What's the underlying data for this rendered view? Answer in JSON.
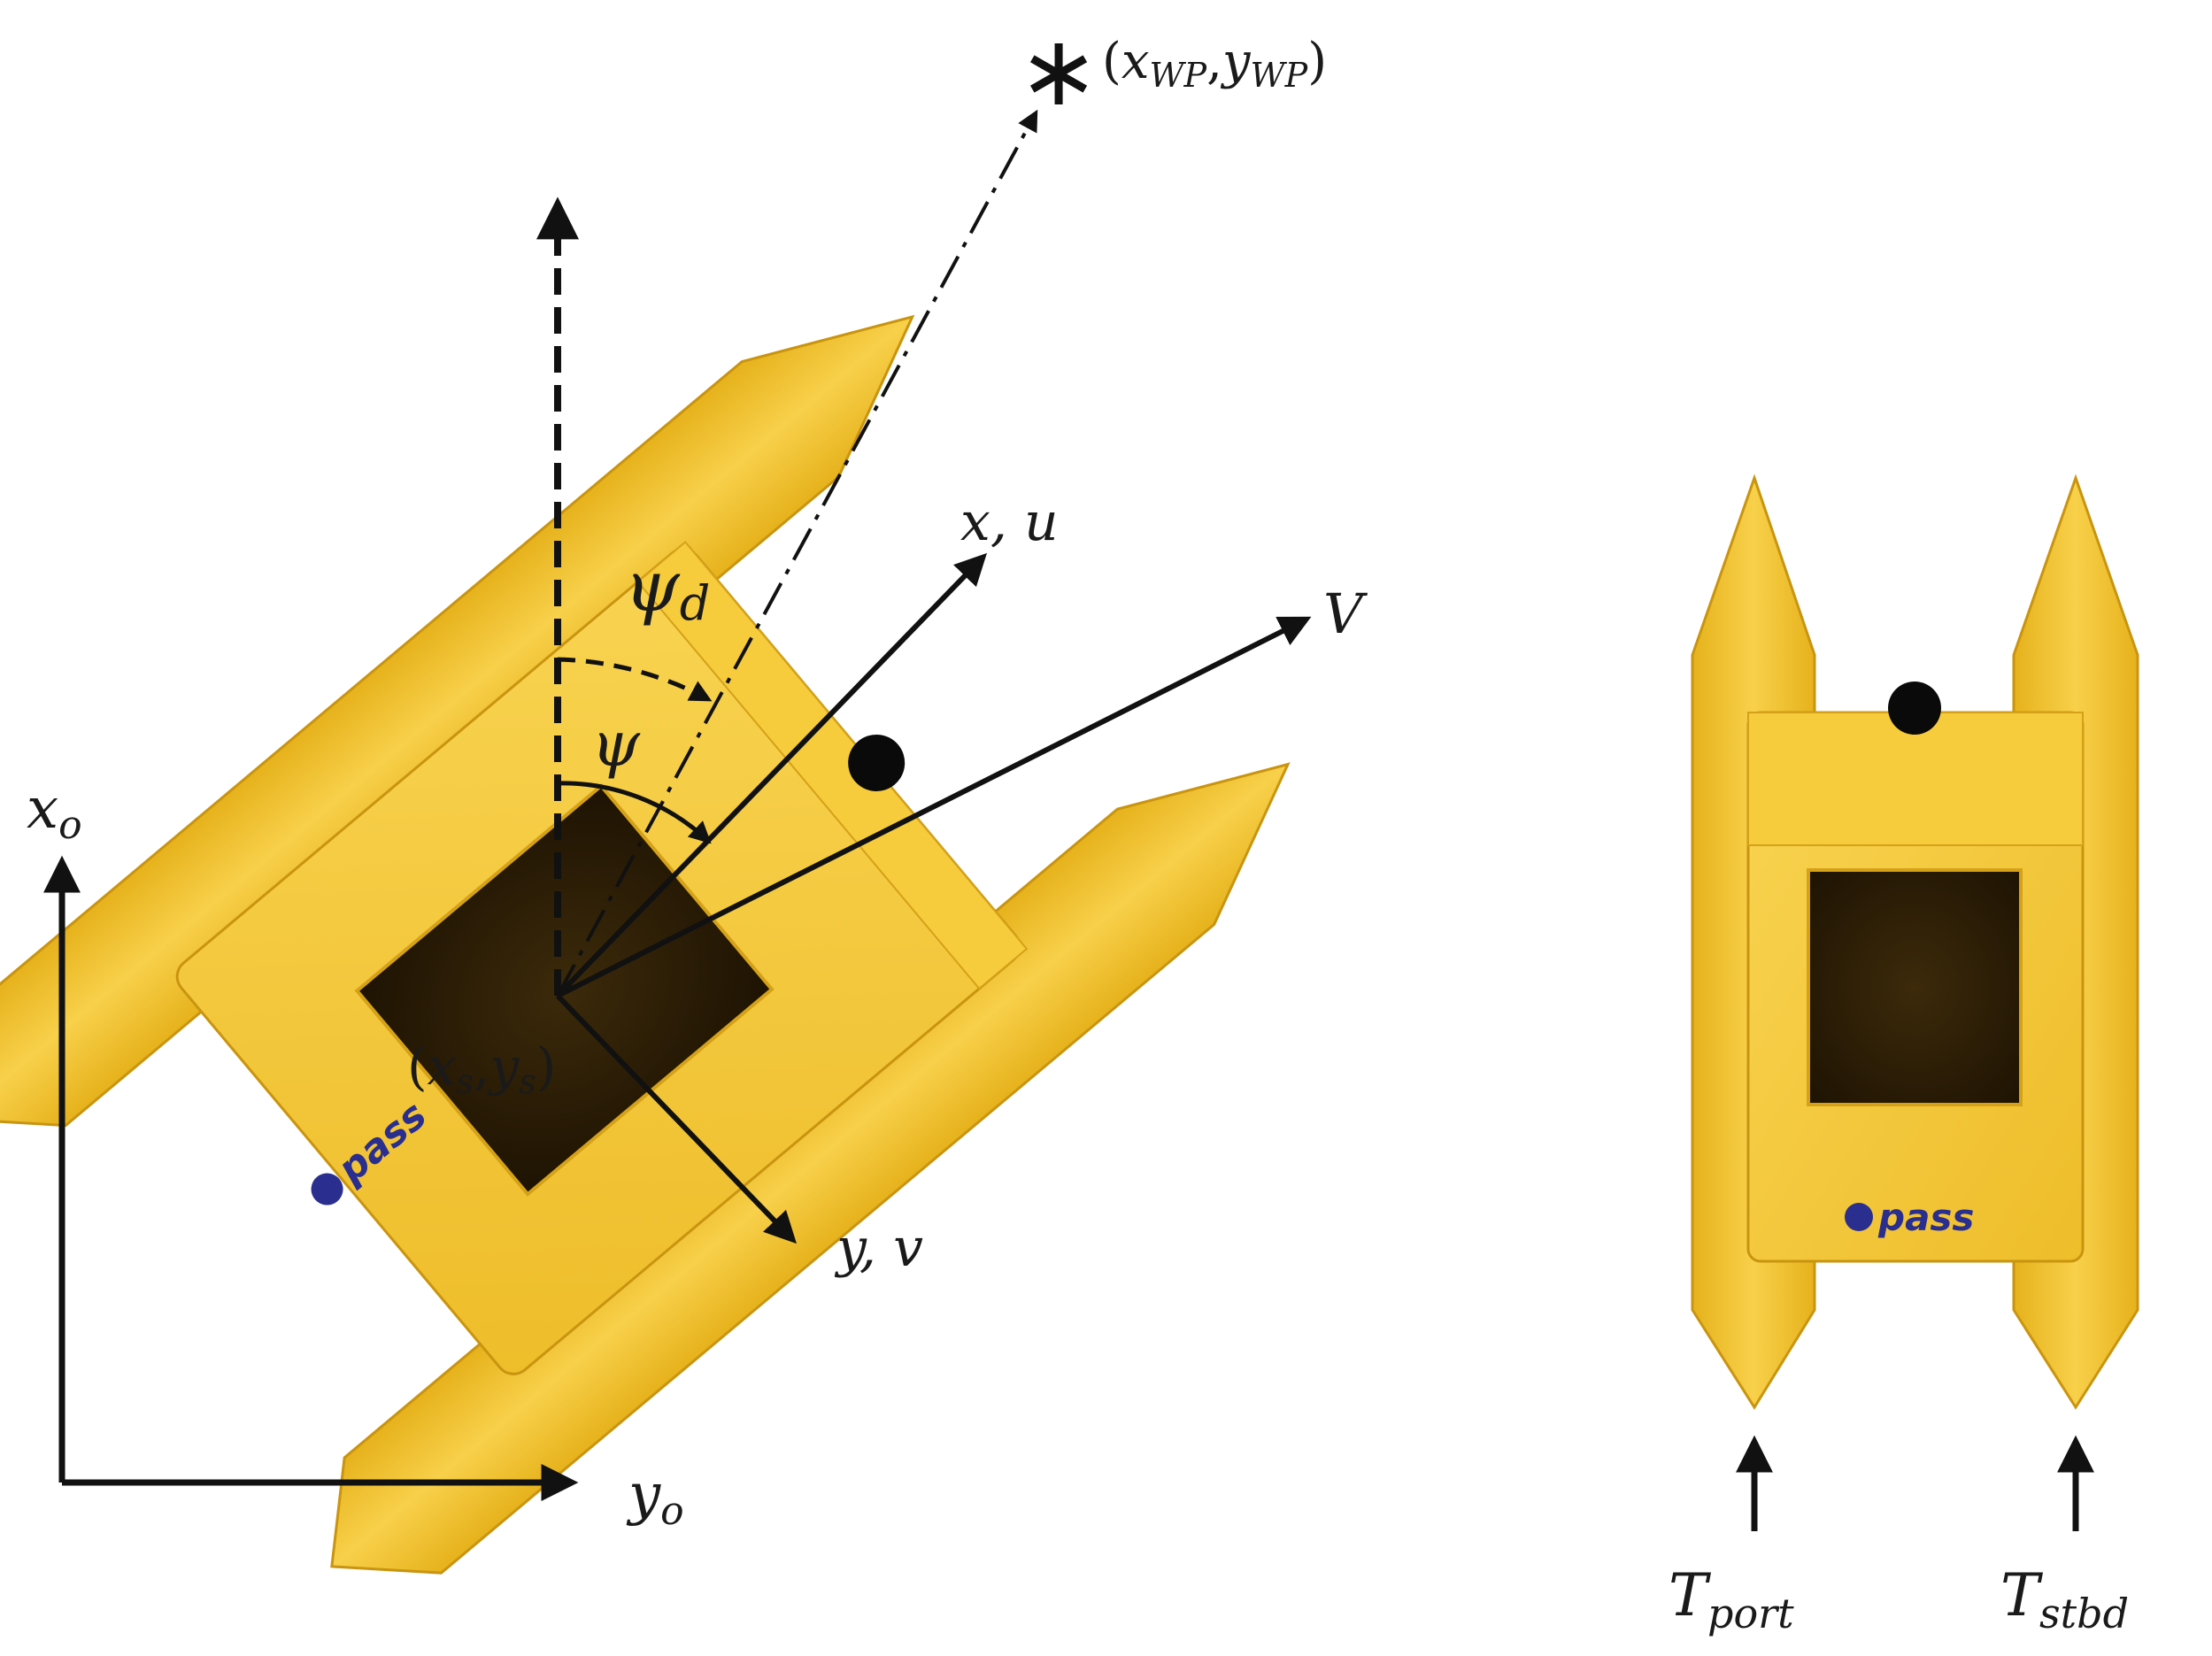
{
  "diagram": {
    "colors": {
      "hull": "#f4c430",
      "hull_light": "#f8d04a",
      "hull_dark": "#d9a312",
      "hatch": "#2e1e05",
      "ink": "#111111",
      "logo": "#2a2f8f"
    },
    "labels": {
      "waypoint": {
        "open": "(",
        "x": "x",
        "x_sub": "WP",
        "comma": ",",
        "y": "y",
        "y_sub": "WP",
        "close": ")"
      },
      "body_x": "x, u",
      "velocity": "V",
      "psi_d": {
        "base": "ψ",
        "sub": "d"
      },
      "psi": "ψ",
      "body_y": "y, v",
      "position": {
        "open": "(",
        "x": "x",
        "x_sub": "s",
        "comma": ",",
        "y": "y",
        "y_sub": "s",
        "close": ")"
      },
      "earth_x": {
        "base": "x",
        "sub": "o"
      },
      "earth_y": {
        "base": "y",
        "sub": "o"
      },
      "thrust_port": {
        "base": "T",
        "sub": "port"
      },
      "thrust_stbd": {
        "base": "T",
        "sub": "stbd"
      }
    },
    "logo_text": "pass",
    "icons": {
      "waypoint": "asterisk-icon",
      "sensor": "black-dot-icon"
    }
  }
}
